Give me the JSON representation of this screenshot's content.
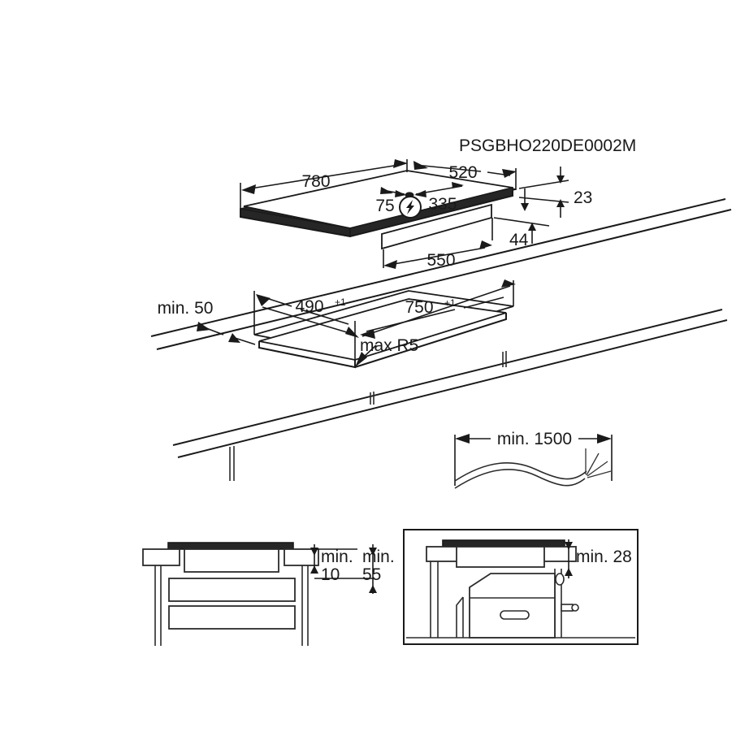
{
  "document": {
    "type": "appliance-installation-drawing",
    "subject": "built-in induction hob installation dimensions",
    "part_number": "PSGBHO220DE0002M",
    "units": "millimetres",
    "background_color": "#ffffff",
    "line_color": "#1a1a1a",
    "appliance_fill_color": "#262626"
  },
  "views": {
    "hob_isometric": {
      "name": "Hob appliance isometric view",
      "dimensions": {
        "width": "780",
        "depth": "520",
        "top_thickness": "23",
        "body_depth": "44",
        "underside_width": "550",
        "connection_offset_left": "75",
        "connection_offset_right": "335"
      },
      "symbol": "electrical-connection-lightning"
    },
    "cutout_isometric": {
      "name": "Worktop cut-out isometric view",
      "dimensions": {
        "edge_distance": "min. 50",
        "cutout_depth": "490",
        "cutout_depth_tolerance": "+1",
        "cutout_width": "750",
        "cutout_width_tolerance": "+1",
        "corner_radius": "max R5"
      }
    },
    "cable": {
      "name": "Mains connection cable length view",
      "dimensions": {
        "length": "min. 1500"
      }
    },
    "section_drawers": {
      "name": "Cross-section over drawer cabinet",
      "dimensions": {
        "clearance_below": "min. 10",
        "cabinet_gap": "min. 55"
      }
    },
    "section_oven": {
      "name": "Cross-section over built-in oven",
      "dimensions": {
        "clearance_above_oven": "min. 28"
      }
    }
  },
  "labels": {
    "part_number": "PSGBHO220DE0002M",
    "w780": "780",
    "d520": "520",
    "t23": "23",
    "b44": "44",
    "u550": "550",
    "c75": "75",
    "c335": "335",
    "min50": "min. 50",
    "cut490": "490",
    "cut490_sup": "+1",
    "cut750": "750",
    "cut750_sup": "+1",
    "maxR5": "max R5",
    "cable1500": "min. 1500",
    "min_word_a": "min.",
    "min_val_10": "10",
    "min_word_b": "min.",
    "min_val_55": "55",
    "min28": "min. 28"
  }
}
